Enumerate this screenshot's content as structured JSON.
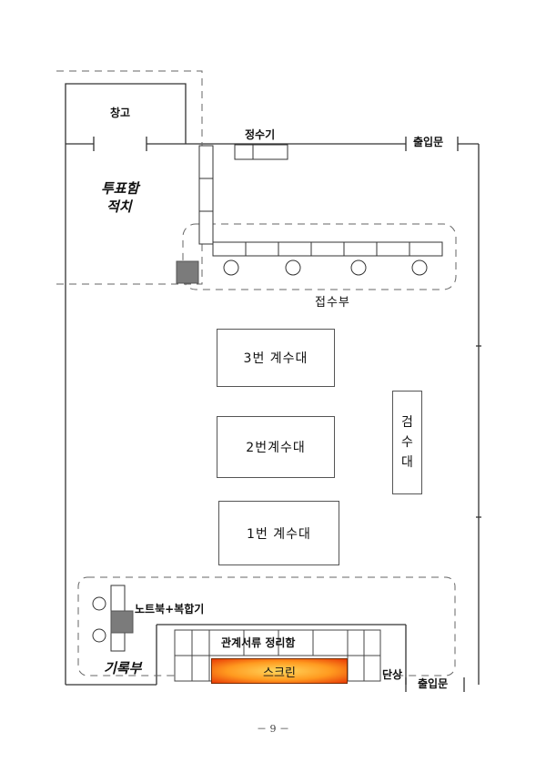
{
  "labels": {
    "storage": "창고",
    "water_purifier": "정수기",
    "entrance_top": "출입문",
    "ballot_storage_line1": "투표함",
    "ballot_storage_line2": "적치",
    "reception": "접수부",
    "counter_3": "3번  계수대",
    "counter_2": "2번계수대",
    "counter_1": "1번  계수대",
    "inspection_chars": [
      "검",
      "수",
      "대"
    ],
    "laptop_printer": "노트북+복합기",
    "record_section": "기록부",
    "document_box": "관계서류 정리함",
    "screen": "스크린",
    "stage": "단상",
    "entrance_bottom": "출입문"
  },
  "footer": {
    "page": "－ 9 －"
  }
}
